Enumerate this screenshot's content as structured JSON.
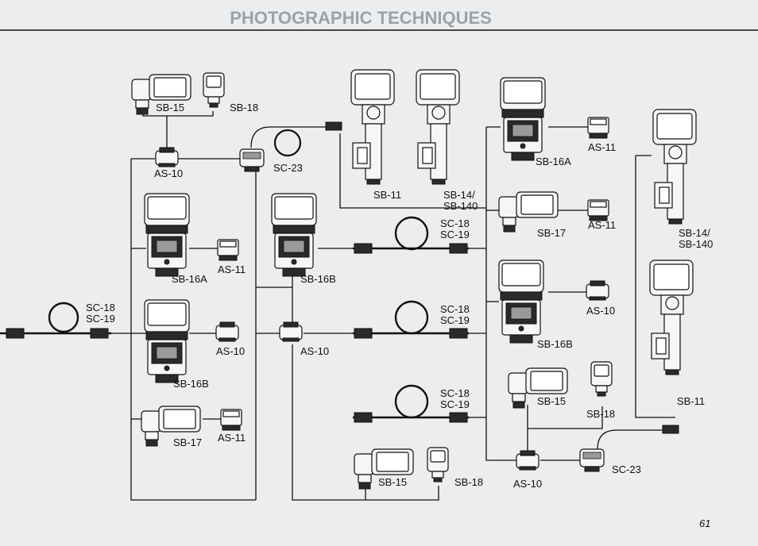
{
  "header": {
    "title": "PHOTOGRAPHIC TECHNIQUES"
  },
  "page_number": "61",
  "labels": {
    "sb15": "SB-15",
    "sb18": "SB-18",
    "sb16a": "SB-16A",
    "sb16b": "SB-16B",
    "sb17": "SB-17",
    "sb11": "SB-11",
    "sb14_l1": "SB-14/",
    "sb14_l2": "SB-140",
    "as10": "AS-10",
    "as11": "AS-11",
    "sc23": "SC-23",
    "sc18": "SC-18",
    "sc19": "SC-19"
  }
}
